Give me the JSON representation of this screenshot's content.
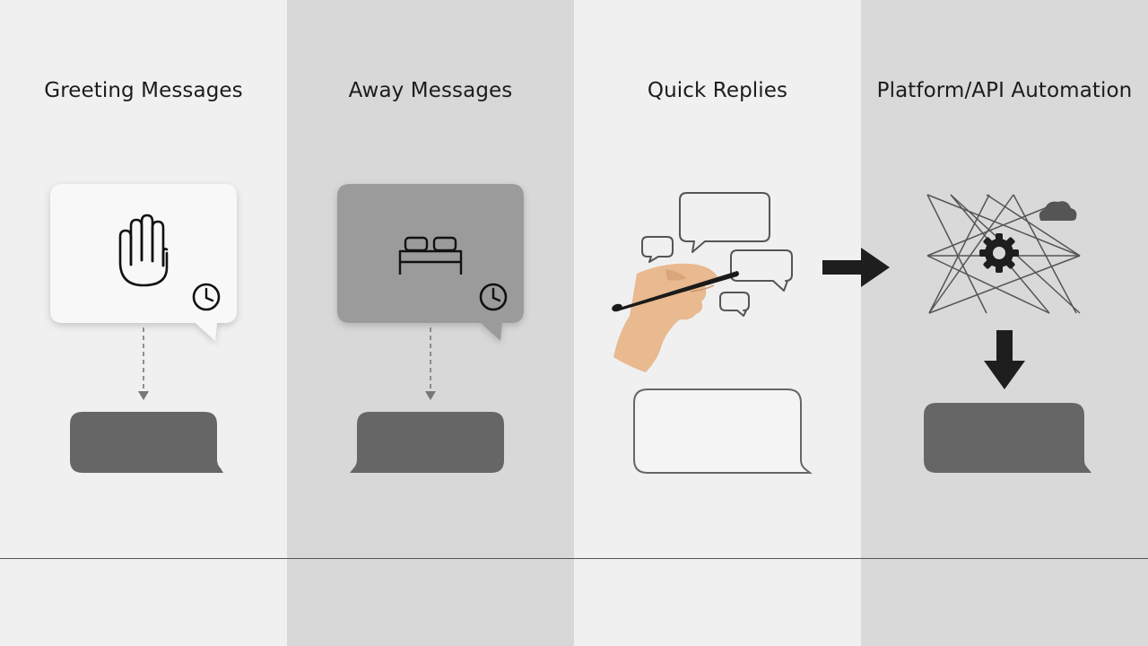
{
  "columns": [
    {
      "id": "greeting",
      "title": "Greeting Messages",
      "icons": [
        "raised-hand-icon",
        "clock-icon"
      ]
    },
    {
      "id": "away",
      "title": "Away Messages",
      "icons": [
        "bed-icon",
        "clock-icon"
      ]
    },
    {
      "id": "quick",
      "title": "Quick Replies",
      "icons": [
        "hand-with-pen-icon",
        "speech-bubble-icon"
      ]
    },
    {
      "id": "automation",
      "title": "Platform/API Automation",
      "icons": [
        "gear-icon",
        "cloud-icon",
        "network-lines-icon"
      ]
    }
  ],
  "colors": {
    "column_light": "#f0f0f0",
    "column_dark": "#d8d8d8",
    "bubble_dark": "#666666",
    "bubble_mid": "#9a9a9a",
    "ink": "#1c1c1c"
  }
}
